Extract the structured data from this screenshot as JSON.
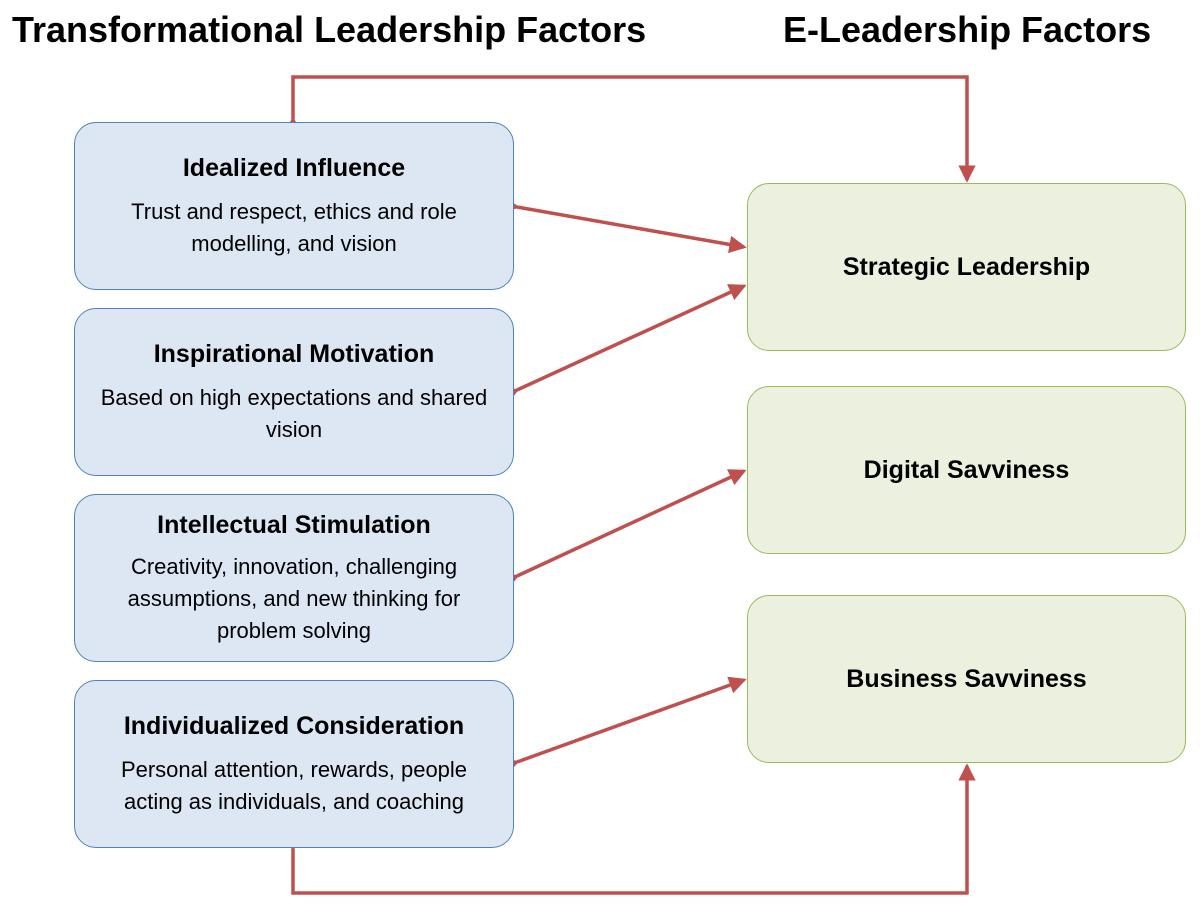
{
  "headings": {
    "left": "Transformational Leadership Factors",
    "right": "E-Leadership Factors"
  },
  "transformational": [
    {
      "title": "Idealized Influence",
      "description": "Trust and respect, ethics and role modelling, and vision"
    },
    {
      "title": "Inspirational Motivation",
      "description": "Based on high expectations and shared vision"
    },
    {
      "title": "Intellectual Stimulation",
      "description": "Creativity, innovation, challenging assumptions, and new thinking for problem solving"
    },
    {
      "title": "Individualized Consideration",
      "description": "Personal attention, rewards, people acting as individuals, and coaching"
    }
  ],
  "e_leadership": [
    {
      "title": "Strategic Leadership"
    },
    {
      "title": "Digital Savviness"
    },
    {
      "title": "Business Savviness"
    }
  ],
  "colors": {
    "tl_fill": "#dde7f3",
    "tl_border": "#4f81bd",
    "el_fill": "#ebf1de",
    "el_border": "#9bbb59",
    "arrow": "#c0504d"
  }
}
